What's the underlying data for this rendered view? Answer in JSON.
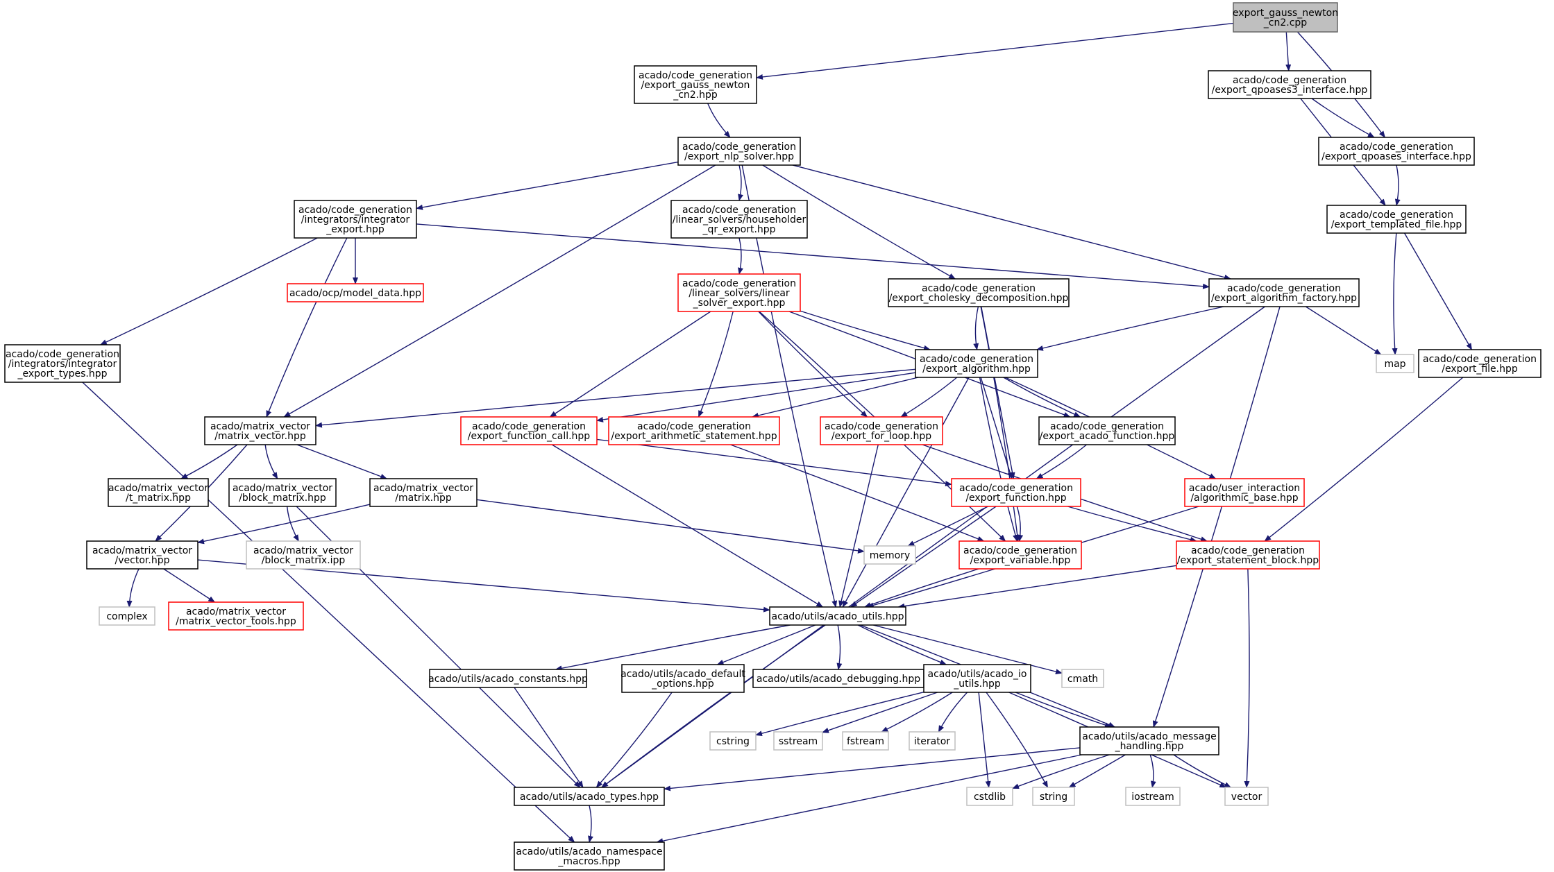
{
  "colors": {
    "edge": "#191970",
    "root_fill": "#bfbfbf",
    "node_border": "#000000",
    "red_border": "#ff0000",
    "gray_border": "#bfbfbf"
  },
  "nodes": [
    {
      "id": "root",
      "lines": [
        "export_gauss_newton",
        "_cn2.cpp"
      ],
      "style": "root"
    },
    {
      "id": "gn_hpp",
      "lines": [
        "acado/code_generation",
        "/export_gauss_newton",
        "_cn2.hpp"
      ],
      "style": "black"
    },
    {
      "id": "qp3",
      "lines": [
        "acado/code_generation",
        "/export_qpoases3_interface.hpp"
      ],
      "style": "black"
    },
    {
      "id": "qp",
      "lines": [
        "acado/code_generation",
        "/export_qpoases_interface.hpp"
      ],
      "style": "black"
    },
    {
      "id": "nlp",
      "lines": [
        "acado/code_generation",
        "/export_nlp_solver.hpp"
      ],
      "style": "black"
    },
    {
      "id": "tmpl",
      "lines": [
        "acado/code_generation",
        "/export_templated_file.hpp"
      ],
      "style": "black"
    },
    {
      "id": "integ",
      "lines": [
        "acado/code_generation",
        "/integrators/integrator",
        "_export.hpp"
      ],
      "style": "black"
    },
    {
      "id": "house",
      "lines": [
        "acado/code_generation",
        "/linear_solvers/householder",
        "_qr_export.hpp"
      ],
      "style": "black"
    },
    {
      "id": "model",
      "lines": [
        "acado/ocp/model_data.hpp"
      ],
      "style": "red"
    },
    {
      "id": "linsolv",
      "lines": [
        "acado/code_generation",
        "/linear_solvers/linear",
        "_solver_export.hpp"
      ],
      "style": "red"
    },
    {
      "id": "chol",
      "lines": [
        "acado/code_generation",
        "/export_cholesky_decomposition.hpp"
      ],
      "style": "black"
    },
    {
      "id": "algfac",
      "lines": [
        "acado/code_generation",
        "/export_algorithm_factory.hpp"
      ],
      "style": "black"
    },
    {
      "id": "ietypes",
      "lines": [
        "acado/code_generation",
        "/integrators/integrator",
        "_export_types.hpp"
      ],
      "style": "black"
    },
    {
      "id": "map",
      "lines": [
        "map"
      ],
      "style": "gray"
    },
    {
      "id": "efile",
      "lines": [
        "acado/code_generation",
        "/export_file.hpp"
      ],
      "style": "black"
    },
    {
      "id": "alg",
      "lines": [
        "acado/code_generation",
        "/export_algorithm.hpp"
      ],
      "style": "black"
    },
    {
      "id": "mvec",
      "lines": [
        "acado/matrix_vector",
        "/matrix_vector.hpp"
      ],
      "style": "black"
    },
    {
      "id": "fcall",
      "lines": [
        "acado/code_generation",
        "/export_function_call.hpp"
      ],
      "style": "red"
    },
    {
      "id": "arith",
      "lines": [
        "acado/code_generation",
        "/export_arithmetic_statement.hpp"
      ],
      "style": "red"
    },
    {
      "id": "forloop",
      "lines": [
        "acado/code_generation",
        "/export_for_loop.hpp"
      ],
      "style": "red"
    },
    {
      "id": "acadofn",
      "lines": [
        "acado/code_generation",
        "/export_acado_function.hpp"
      ],
      "style": "black"
    },
    {
      "id": "tmat",
      "lines": [
        "acado/matrix_vector",
        "/t_matrix.hpp"
      ],
      "style": "black"
    },
    {
      "id": "bmat",
      "lines": [
        "acado/matrix_vector",
        "/block_matrix.hpp"
      ],
      "style": "black"
    },
    {
      "id": "mat",
      "lines": [
        "acado/matrix_vector",
        "/matrix.hpp"
      ],
      "style": "black"
    },
    {
      "id": "efunc",
      "lines": [
        "acado/code_generation",
        "/export_function.hpp"
      ],
      "style": "red"
    },
    {
      "id": "algbase",
      "lines": [
        "acado/user_interaction",
        "/algorithmic_base.hpp"
      ],
      "style": "red"
    },
    {
      "id": "vec",
      "lines": [
        "acado/matrix_vector",
        "/vector.hpp"
      ],
      "style": "black"
    },
    {
      "id": "bmatipp",
      "lines": [
        "acado/matrix_vector",
        "/block_matrix.ipp"
      ],
      "style": "gray"
    },
    {
      "id": "memory",
      "lines": [
        "memory"
      ],
      "style": "gray"
    },
    {
      "id": "evar",
      "lines": [
        "acado/code_generation",
        "/export_variable.hpp"
      ],
      "style": "red"
    },
    {
      "id": "stblk",
      "lines": [
        "acado/code_generation",
        "/export_statement_block.hpp"
      ],
      "style": "red"
    },
    {
      "id": "complex",
      "lines": [
        "complex"
      ],
      "style": "gray"
    },
    {
      "id": "mvtools",
      "lines": [
        "acado/matrix_vector",
        "/matrix_vector_tools.hpp"
      ],
      "style": "red"
    },
    {
      "id": "utils",
      "lines": [
        "acado/utils/acado_utils.hpp"
      ],
      "style": "black"
    },
    {
      "id": "consts",
      "lines": [
        "acado/utils/acado_constants.hpp"
      ],
      "style": "black"
    },
    {
      "id": "defopt",
      "lines": [
        "acado/utils/acado_default",
        "_options.hpp"
      ],
      "style": "black"
    },
    {
      "id": "debug",
      "lines": [
        "acado/utils/acado_debugging.hpp"
      ],
      "style": "black"
    },
    {
      "id": "ioutils",
      "lines": [
        "acado/utils/acado_io",
        "_utils.hpp"
      ],
      "style": "black"
    },
    {
      "id": "cmath",
      "lines": [
        "cmath"
      ],
      "style": "gray"
    },
    {
      "id": "cstring",
      "lines": [
        "cstring"
      ],
      "style": "gray"
    },
    {
      "id": "sstream",
      "lines": [
        "sstream"
      ],
      "style": "gray"
    },
    {
      "id": "fstream",
      "lines": [
        "fstream"
      ],
      "style": "gray"
    },
    {
      "id": "iterator",
      "lines": [
        "iterator"
      ],
      "style": "gray"
    },
    {
      "id": "msg",
      "lines": [
        "acado/utils/acado_message",
        "_handling.hpp"
      ],
      "style": "black"
    },
    {
      "id": "types",
      "lines": [
        "acado/utils/acado_types.hpp"
      ],
      "style": "black"
    },
    {
      "id": "cstdlib",
      "lines": [
        "cstdlib"
      ],
      "style": "gray"
    },
    {
      "id": "string",
      "lines": [
        "string"
      ],
      "style": "gray"
    },
    {
      "id": "iostream",
      "lines": [
        "iostream"
      ],
      "style": "gray"
    },
    {
      "id": "vector",
      "lines": [
        "vector"
      ],
      "style": "gray"
    },
    {
      "id": "ns",
      "lines": [
        "acado/utils/acado_namespace",
        "_macros.hpp"
      ],
      "style": "black"
    }
  ],
  "edges": [
    [
      "root",
      "gn_hpp"
    ],
    [
      "root",
      "qp3"
    ],
    [
      "root",
      "qp"
    ],
    [
      "qp3",
      "qp"
    ],
    [
      "qp3",
      "tmpl"
    ],
    [
      "qp",
      "tmpl"
    ],
    [
      "tmpl",
      "map"
    ],
    [
      "tmpl",
      "efile"
    ],
    [
      "efile",
      "stblk"
    ],
    [
      "gn_hpp",
      "nlp"
    ],
    [
      "nlp",
      "integ"
    ],
    [
      "nlp",
      "house"
    ],
    [
      "nlp",
      "chol"
    ],
    [
      "nlp",
      "algfac"
    ],
    [
      "nlp",
      "mvec"
    ],
    [
      "nlp",
      "utils"
    ],
    [
      "integ",
      "model"
    ],
    [
      "integ",
      "ietypes"
    ],
    [
      "integ",
      "mvec"
    ],
    [
      "integ",
      "algfac"
    ],
    [
      "house",
      "linsolv"
    ],
    [
      "linsolv",
      "alg"
    ],
    [
      "linsolv",
      "fcall"
    ],
    [
      "linsolv",
      "arith"
    ],
    [
      "linsolv",
      "forloop"
    ],
    [
      "linsolv",
      "acadofn"
    ],
    [
      "linsolv",
      "evar"
    ],
    [
      "chol",
      "alg"
    ],
    [
      "chol",
      "efunc"
    ],
    [
      "chol",
      "evar"
    ],
    [
      "algfac",
      "alg"
    ],
    [
      "algfac",
      "map"
    ],
    [
      "algfac",
      "msg"
    ],
    [
      "algfac",
      "types"
    ],
    [
      "ietypes",
      "ns"
    ],
    [
      "alg",
      "mvec"
    ],
    [
      "alg",
      "fcall"
    ],
    [
      "alg",
      "arith"
    ],
    [
      "alg",
      "forloop"
    ],
    [
      "alg",
      "acadofn"
    ],
    [
      "alg",
      "efunc"
    ],
    [
      "alg",
      "algbase"
    ],
    [
      "alg",
      "evar"
    ],
    [
      "alg",
      "utils"
    ],
    [
      "mvec",
      "tmat"
    ],
    [
      "mvec",
      "bmat"
    ],
    [
      "mvec",
      "mat"
    ],
    [
      "mvec",
      "vec"
    ],
    [
      "fcall",
      "efunc"
    ],
    [
      "fcall",
      "utils"
    ],
    [
      "arith",
      "evar"
    ],
    [
      "forloop",
      "stblk"
    ],
    [
      "forloop",
      "utils"
    ],
    [
      "acadofn",
      "efunc"
    ],
    [
      "bmat",
      "bmatipp"
    ],
    [
      "bmat",
      "types"
    ],
    [
      "mat",
      "vec"
    ],
    [
      "mat",
      "memory"
    ],
    [
      "efunc",
      "memory"
    ],
    [
      "efunc",
      "evar"
    ],
    [
      "efunc",
      "stblk"
    ],
    [
      "efunc",
      "utils"
    ],
    [
      "algbase",
      "utils"
    ],
    [
      "vec",
      "complex"
    ],
    [
      "vec",
      "mvtools"
    ],
    [
      "vec",
      "utils"
    ],
    [
      "evar",
      "utils"
    ],
    [
      "stblk",
      "utils"
    ],
    [
      "stblk",
      "vector"
    ],
    [
      "utils",
      "consts"
    ],
    [
      "utils",
      "defopt"
    ],
    [
      "utils",
      "debug"
    ],
    [
      "utils",
      "ioutils"
    ],
    [
      "utils",
      "cmath"
    ],
    [
      "utils",
      "msg"
    ],
    [
      "utils",
      "types"
    ],
    [
      "consts",
      "types"
    ],
    [
      "defopt",
      "types"
    ],
    [
      "ioutils",
      "cstring"
    ],
    [
      "ioutils",
      "sstream"
    ],
    [
      "ioutils",
      "fstream"
    ],
    [
      "ioutils",
      "iterator"
    ],
    [
      "ioutils",
      "cstdlib"
    ],
    [
      "ioutils",
      "string"
    ],
    [
      "ioutils",
      "msg"
    ],
    [
      "ioutils",
      "vector"
    ],
    [
      "msg",
      "types"
    ],
    [
      "msg",
      "cstdlib"
    ],
    [
      "msg",
      "string"
    ],
    [
      "msg",
      "iostream"
    ],
    [
      "msg",
      "vector"
    ],
    [
      "msg",
      "ns"
    ],
    [
      "types",
      "ns"
    ]
  ]
}
